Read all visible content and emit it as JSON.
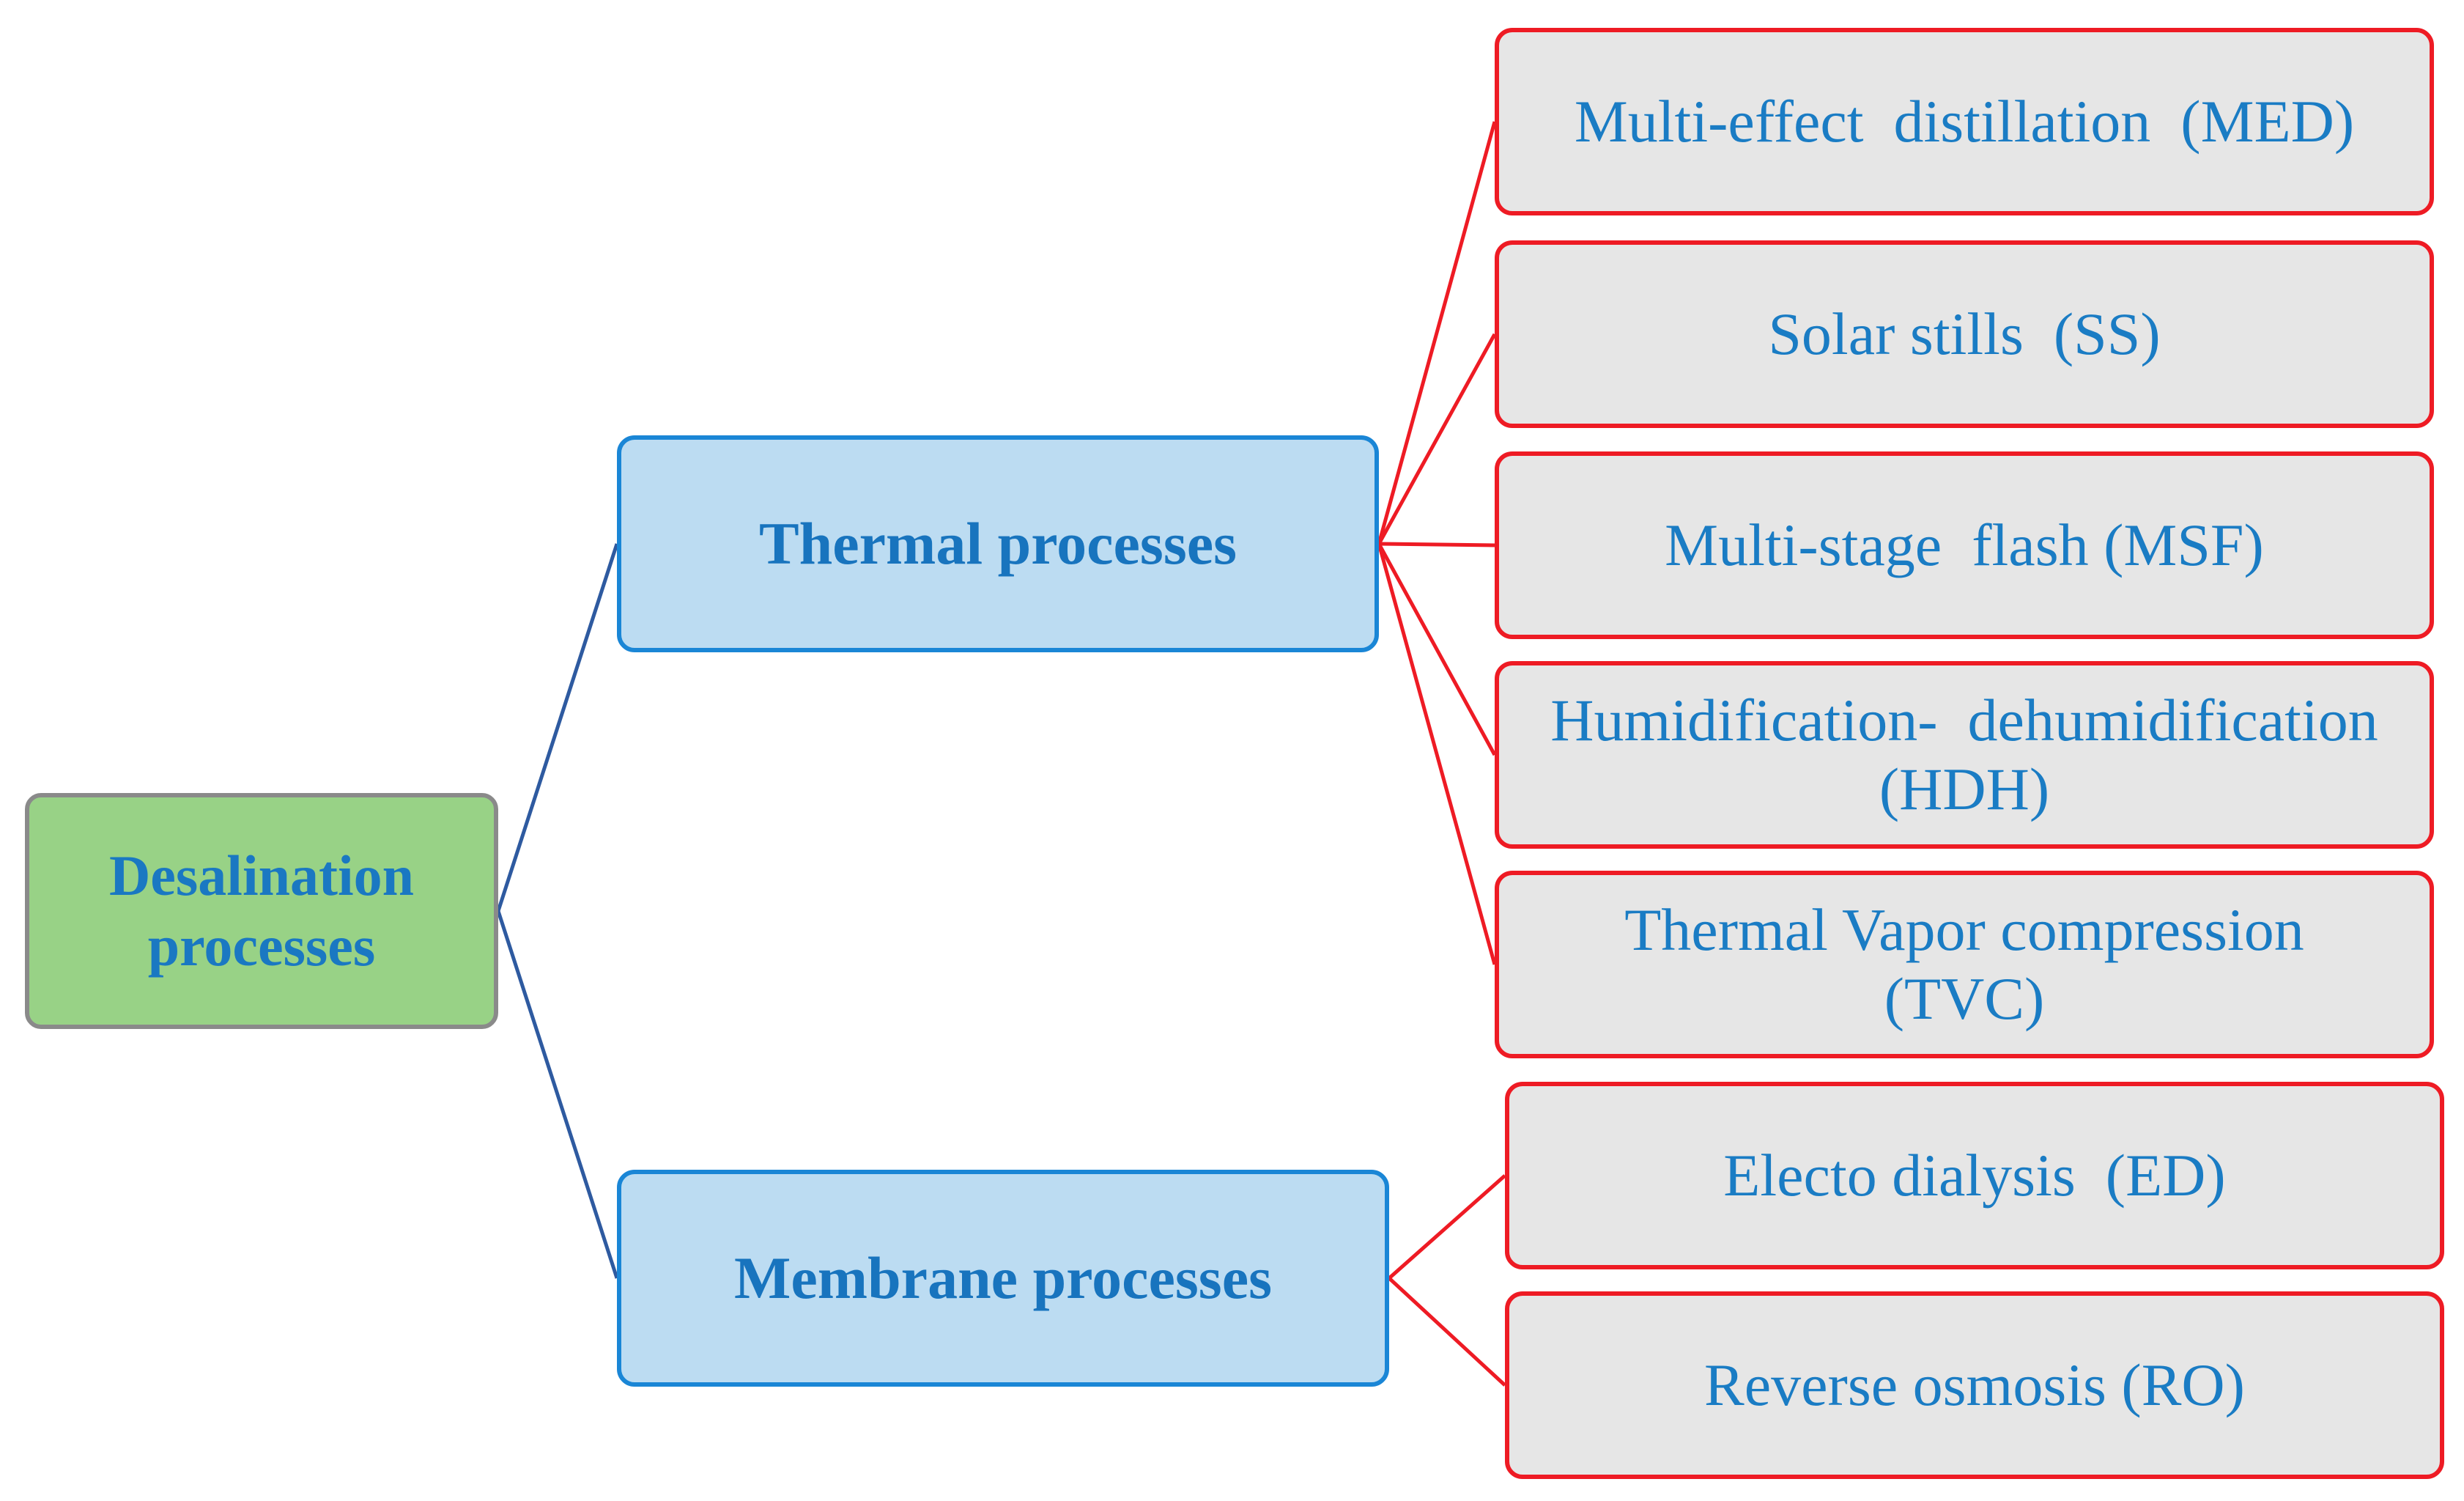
{
  "root": {
    "line1": "Desalination",
    "line2": "processes"
  },
  "categories": [
    {
      "label": "Thermal processes",
      "children": [
        {
          "line1": "Multi-effect  distillation  (MED)",
          "line2": ""
        },
        {
          "line1": "Solar stills  (SS)",
          "line2": ""
        },
        {
          "line1": "Multi-stage  flash (MSF)",
          "line2": ""
        },
        {
          "line1": "Humidification-  dehumidification",
          "line2": "(HDH)"
        },
        {
          "line1": "Thermal Vapor compression",
          "line2": "(TVC)"
        }
      ]
    },
    {
      "label": "Membrane processes",
      "children": [
        {
          "line1": "Electo dialysis  (ED)",
          "line2": ""
        },
        {
          "line1": "Reverse osmosis (RO)",
          "line2": ""
        }
      ]
    }
  ],
  "colors": {
    "root_fill": "#98d286",
    "root_border": "#8a8a8a",
    "category_fill": "#bcdcf2",
    "category_border": "#1a86d6",
    "leaf_fill": "#e6e6e6",
    "leaf_border": "#ee1b24",
    "root_connector": "#2e5aa0",
    "leaf_connector": "#ee1b24",
    "text": "#1a7cc4"
  }
}
